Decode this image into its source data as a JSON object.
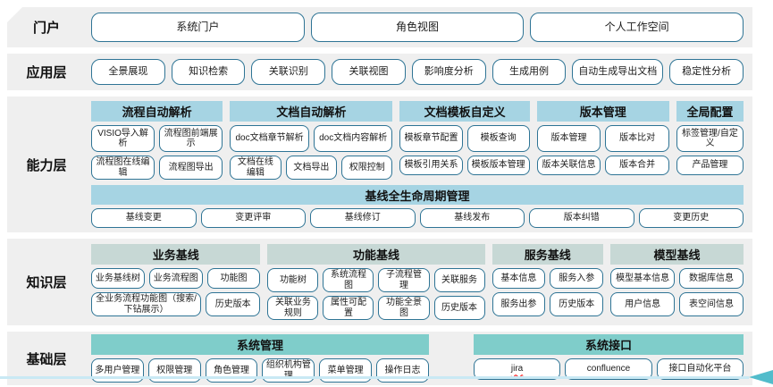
{
  "colors": {
    "band_bg": "#efefef",
    "header_blue": "#a6d4e3",
    "header_gray": "#c7d8d5",
    "header_teal": "#7fcdca",
    "chip_border": "#2e7495",
    "accent_line": "#c9e9f4",
    "accent_arrow": "#52bccb"
  },
  "layers": [
    {
      "id": "portal",
      "label": "门户",
      "chips": [
        "系统门户",
        "角色视图",
        "个人工作空间"
      ]
    },
    {
      "id": "application",
      "label": "应用层",
      "chips": [
        "全景展现",
        "知识检索",
        "关联识别",
        "关联视图",
        "影响度分析",
        "生成用例",
        "自动生成导出文档",
        "稳定性分析"
      ]
    },
    {
      "id": "capability",
      "label": "能力层",
      "groups": [
        {
          "header": "流程自动解析",
          "rows": [
            [
              "VISIO导入解析",
              "流程图前端展示"
            ],
            [
              "流程图在线编辑",
              "流程图导出"
            ]
          ]
        },
        {
          "header": "文档自动解析",
          "rows": [
            [
              "doc文档章节解析",
              "doc文档内容解析"
            ],
            [
              "文档在线编辑",
              "文档导出",
              "权限控制"
            ]
          ]
        },
        {
          "header": "文档模板自定义",
          "rows": [
            [
              "模板章节配置",
              "模板查询"
            ],
            [
              "模板引用关系",
              "模板版本管理"
            ]
          ]
        },
        {
          "header": "版本管理",
          "rows": [
            [
              "版本管理",
              "版本比对"
            ],
            [
              "版本关联信息",
              "版本合并"
            ]
          ]
        },
        {
          "header": "全局配置",
          "rows": [
            [
              "标签管理/自定义"
            ],
            [
              "产品管理"
            ]
          ]
        }
      ],
      "baseline": {
        "header": "基线全生命周期管理",
        "chips": [
          "基线变更",
          "变更评审",
          "基线修订",
          "基线发布",
          "版本纠错",
          "变更历史"
        ]
      }
    },
    {
      "id": "knowledge",
      "label": "知识层",
      "groups": [
        {
          "header": "业务基线",
          "rows": [
            [
              "业务基线树",
              "业务流程图",
              "功能图"
            ],
            [
              "全业务流程功能图（搜索/下钻展示）",
              "历史版本"
            ]
          ]
        },
        {
          "header": "功能基线",
          "rows": [
            [
              "功能树",
              "系统流程图",
              "子流程管理",
              "关联服务"
            ],
            [
              "关联业务规则",
              "属性可配置",
              "功能全景图",
              "历史版本"
            ]
          ]
        },
        {
          "header": "服务基线",
          "rows": [
            [
              "基本信息",
              "服务入参"
            ],
            [
              "服务出参",
              "历史版本"
            ]
          ]
        },
        {
          "header": "模型基线",
          "rows": [
            [
              "模型基本信息",
              "数据库信息"
            ],
            [
              "用户信息",
              "表空间信息"
            ]
          ]
        }
      ]
    },
    {
      "id": "foundation",
      "label": "基础层",
      "groups": [
        {
          "header": "系统管理",
          "rows": [
            [
              "多用户管理",
              "权限管理",
              "角色管理",
              "组织机构管理",
              "菜单管理",
              "操作日志"
            ]
          ]
        },
        {
          "header": "系统接口",
          "rows": [
            [
              "jira",
              "confluence",
              "接口自动化平台"
            ]
          ]
        }
      ]
    }
  ]
}
